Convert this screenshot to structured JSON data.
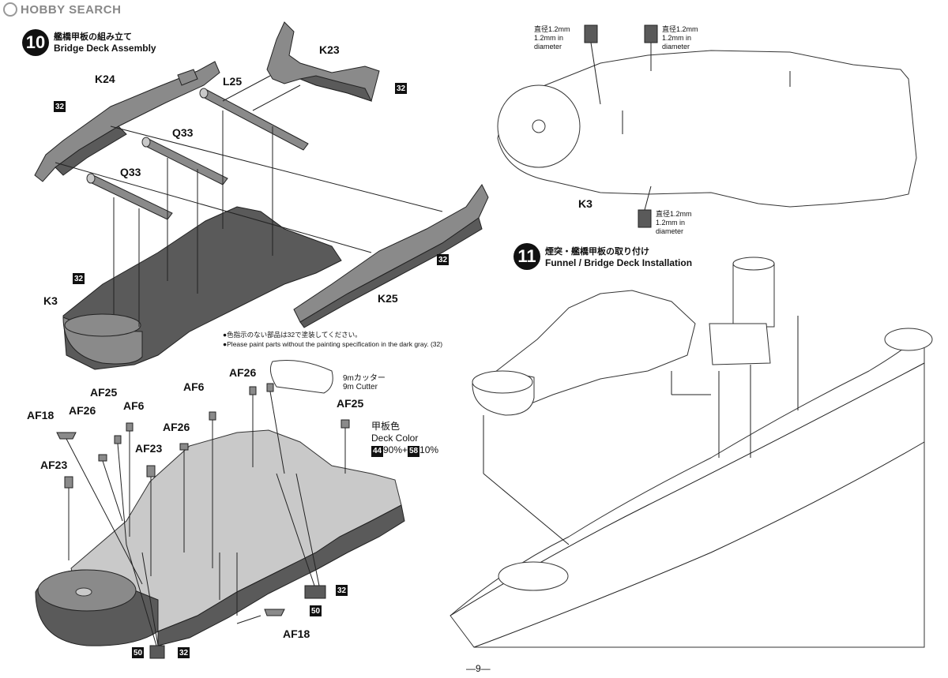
{
  "watermark": "HOBBY SEARCH",
  "page_number": "—9—",
  "steps": [
    {
      "number": "10",
      "title_jp": "艦橋甲板の組み立て",
      "title_en": "Bridge Deck Assembly"
    },
    {
      "number": "11",
      "title_jp": "煙突・艦橋甲板の取り付け",
      "title_en": "Funnel / Bridge Deck Installation"
    }
  ],
  "part_labels": {
    "k24": "K24",
    "k23": "K23",
    "l25": "L25",
    "q33a": "Q33",
    "q33b": "Q33",
    "k25": "K25",
    "k3a": "K3",
    "k3b": "K3",
    "af26a": "AF26",
    "af6a": "AF6",
    "af25a": "AF25",
    "af26b": "AF26",
    "af6b": "AF6",
    "af18a": "AF18",
    "af26c": "AF26",
    "af23a": "AF23",
    "af23b": "AF23",
    "af25b": "AF25",
    "af18b": "AF18"
  },
  "paint_codes": {
    "c32": "32",
    "c44": "44",
    "c58": "58",
    "c50": "50"
  },
  "notes": {
    "jp": "●色指示のない部品は32で塗装してください。",
    "en": "●Please paint parts without the painting specification in the dark gray. (32)"
  },
  "cutter": {
    "jp": "9mカッター",
    "en": "9m Cutter"
  },
  "deck_color": {
    "jp": "甲板色",
    "en": "Deck Color",
    "mix_a_pct": "90%",
    "plus": "+",
    "mix_b_pct": "10%"
  },
  "diameter": {
    "jp": "直径1.2mm",
    "en1": "1.2mm in",
    "en2": "diameter"
  },
  "colors": {
    "dark_gray": "#5a5a5a",
    "deck_gray": "#c9c9c9",
    "ink": "#111111"
  }
}
